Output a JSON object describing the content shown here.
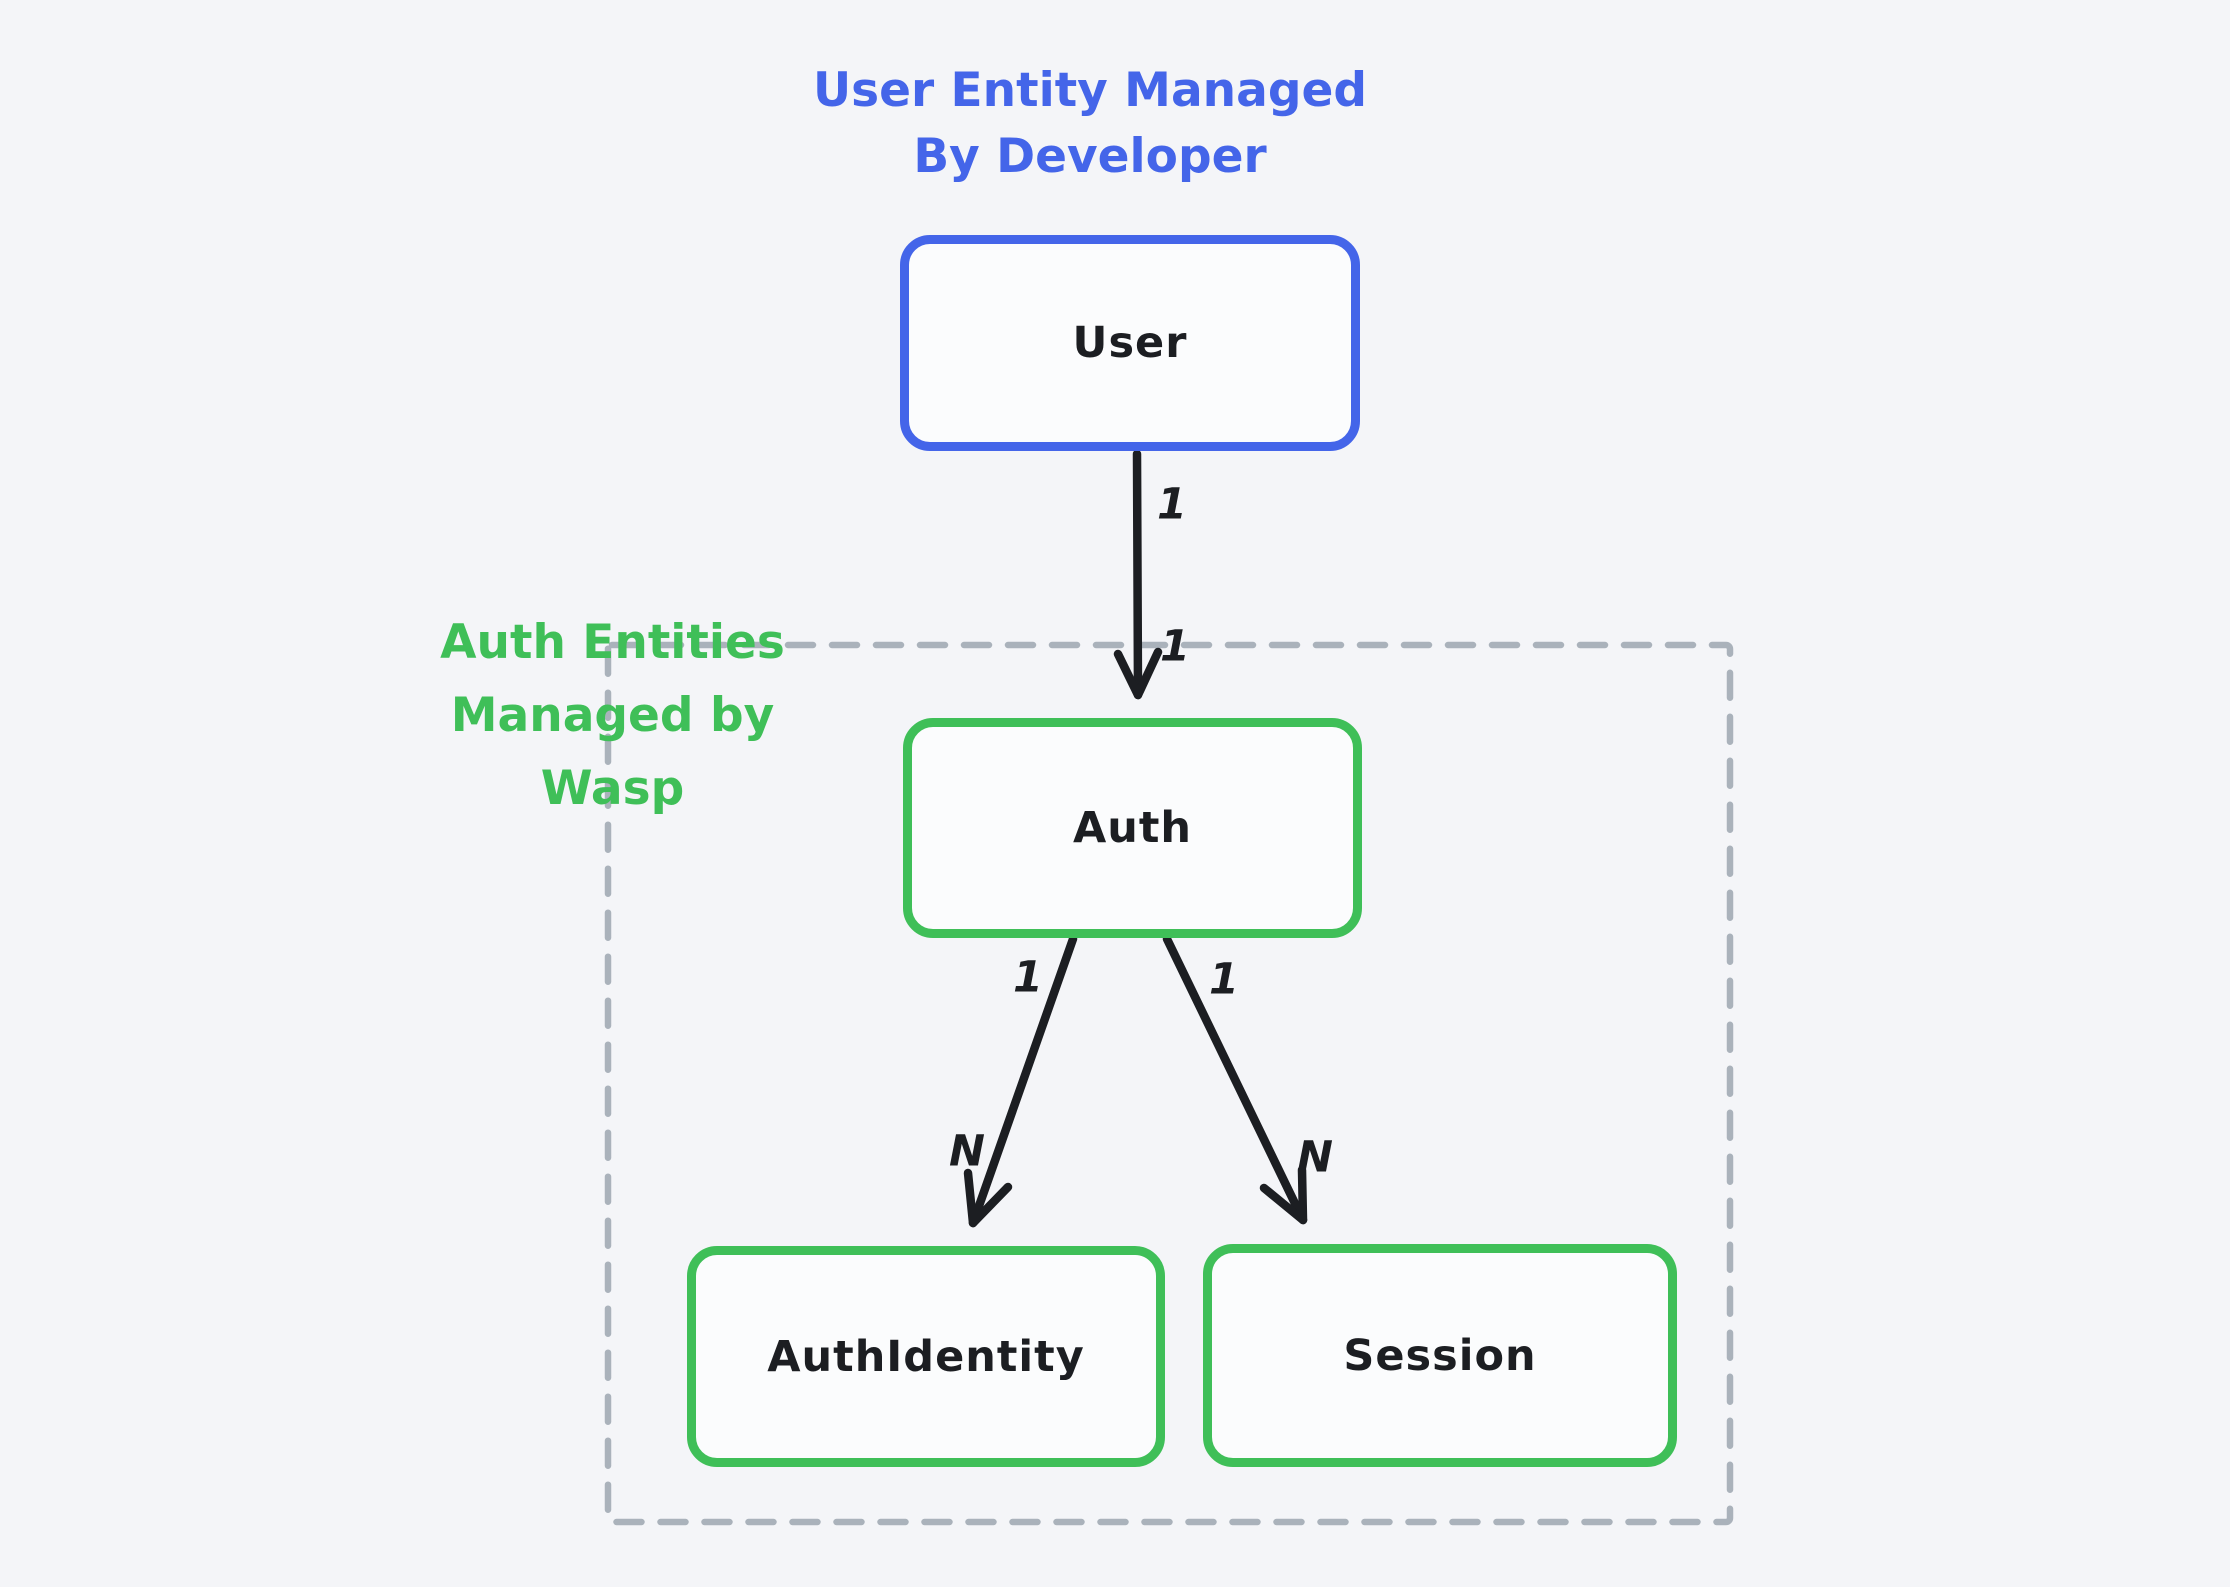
{
  "colors": {
    "bg": "#f4f5f8",
    "blue": "#4465e9",
    "green": "#3fbf58",
    "gray": "#aab2bb",
    "ink": "#1c1e22"
  },
  "title": {
    "text": "User Entity Managed\nBy Developer"
  },
  "group": {
    "label": "Auth Entities\nManaged by Wasp"
  },
  "nodes": {
    "user": {
      "label": "User"
    },
    "auth": {
      "label": "Auth"
    },
    "auth_identity": {
      "label": "AuthIdentity"
    },
    "session": {
      "label": "Session"
    }
  },
  "edges": {
    "user_to_auth": {
      "source_label": "1",
      "target_label": "1"
    },
    "auth_to_auth_identity": {
      "source_label": "1",
      "target_label": "N"
    },
    "auth_to_session": {
      "source_label": "1",
      "target_label": "N"
    }
  }
}
